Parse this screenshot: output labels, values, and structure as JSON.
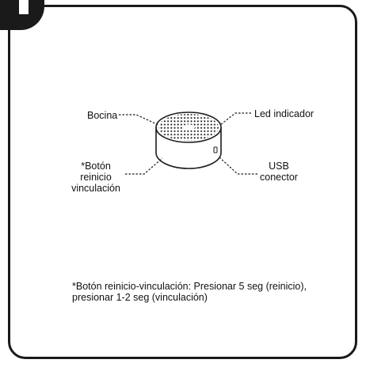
{
  "labels": {
    "speaker": "Bocina",
    "led": "Led indicador",
    "button_line1": "*Botón",
    "button_line2": "reinicio",
    "button_line3": "vinculación",
    "usb_line1": "USB",
    "usb_line2": "conector"
  },
  "note": {
    "line1": "*Botón reinicio-vinculación: Presionar 5 seg (reinicio),",
    "line2": "presionar 1-2 seg (vinculación)"
  },
  "icons": [
    "speaker-device-icon",
    "step-number-icon"
  ],
  "colors": {
    "ink": "#1a1a1a",
    "background": "#ffffff"
  }
}
